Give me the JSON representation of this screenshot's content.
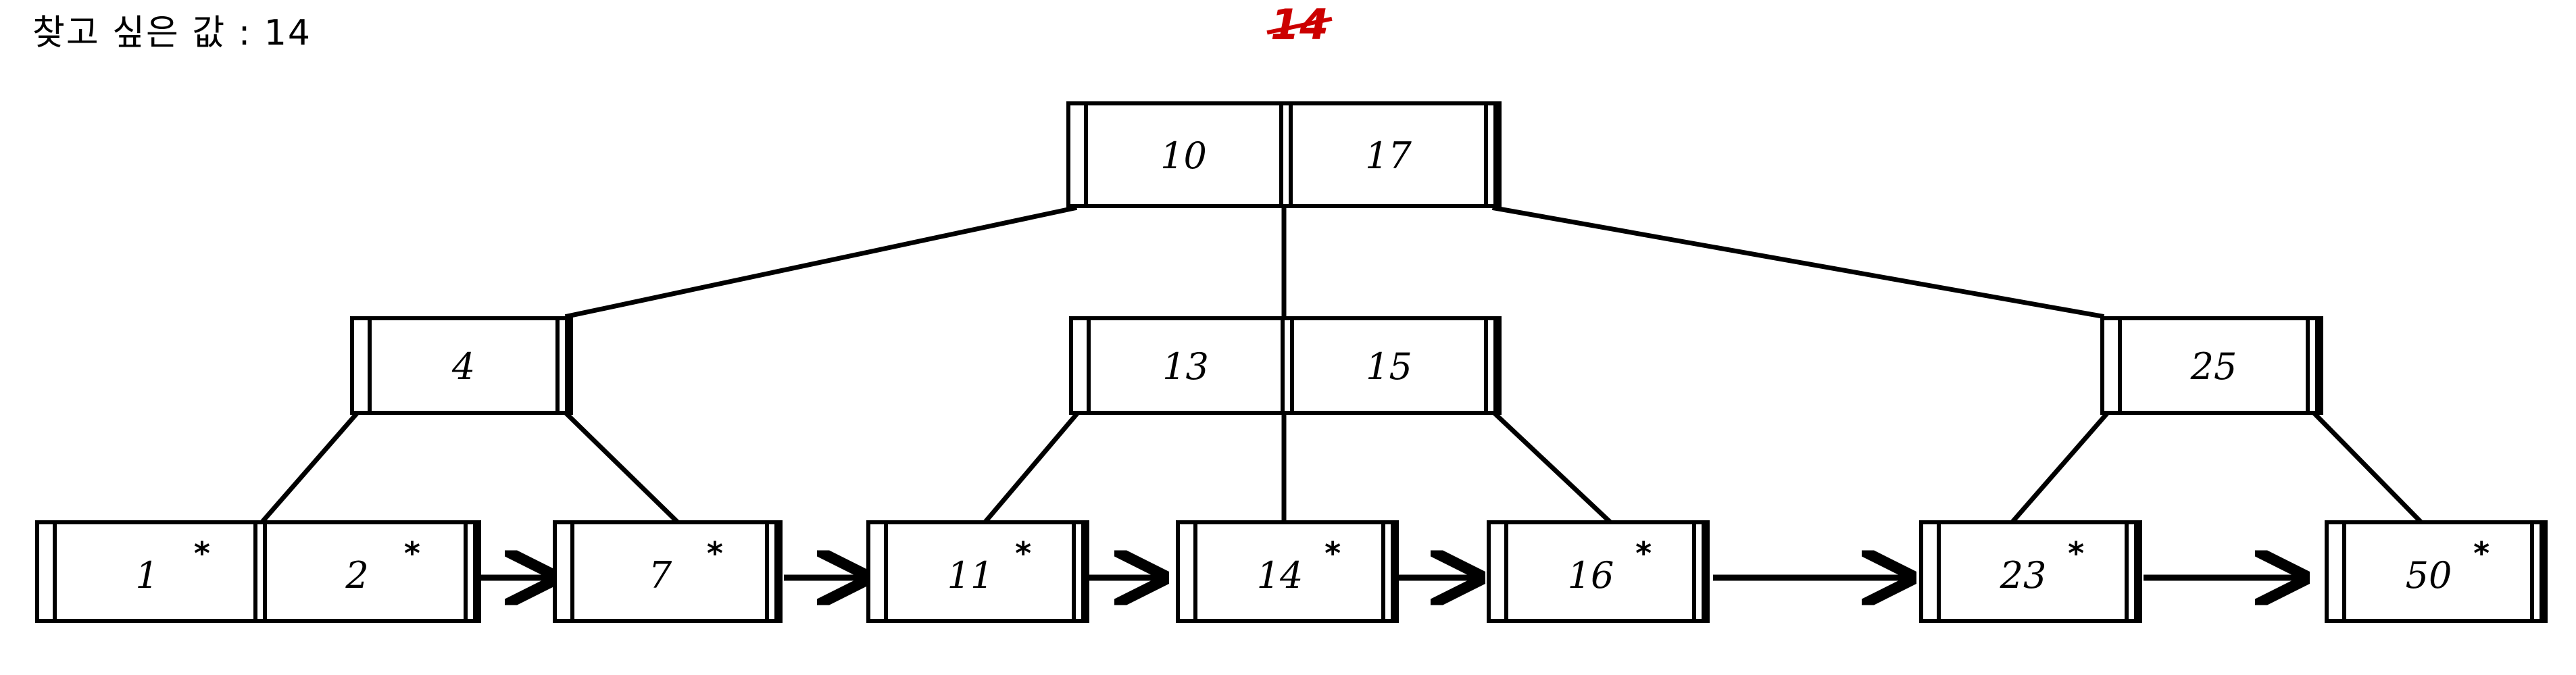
{
  "caption": {
    "text": "찾고 싶은 값 : 14"
  },
  "annotation": {
    "search_key": "14",
    "color": "#cc0000",
    "struck_through": true
  },
  "diagram": {
    "type": "b-plus-tree",
    "record_pointer_symbol": "*",
    "line_color": "#000000"
  },
  "tree": {
    "root": {
      "id": "root",
      "level": "root",
      "keys": [
        "10",
        "17"
      ]
    },
    "internal": [
      {
        "id": "internal-left",
        "keys": [
          "4"
        ]
      },
      {
        "id": "internal-middle",
        "keys": [
          "13",
          "15"
        ]
      },
      {
        "id": "internal-right",
        "keys": [
          "25"
        ]
      }
    ],
    "leaves": [
      {
        "id": "leaf-1-2",
        "entries": [
          {
            "key": "1",
            "ptr": "*"
          },
          {
            "key": "2",
            "ptr": "*"
          }
        ]
      },
      {
        "id": "leaf-7",
        "entries": [
          {
            "key": "7",
            "ptr": "*"
          }
        ]
      },
      {
        "id": "leaf-11",
        "entries": [
          {
            "key": "11",
            "ptr": "*"
          }
        ]
      },
      {
        "id": "leaf-14",
        "entries": [
          {
            "key": "14",
            "ptr": "*"
          }
        ]
      },
      {
        "id": "leaf-16",
        "entries": [
          {
            "key": "16",
            "ptr": "*"
          }
        ]
      },
      {
        "id": "leaf-23",
        "entries": [
          {
            "key": "23",
            "ptr": "*"
          }
        ]
      },
      {
        "id": "leaf-50",
        "entries": [
          {
            "key": "50",
            "ptr": "*"
          }
        ]
      }
    ]
  }
}
